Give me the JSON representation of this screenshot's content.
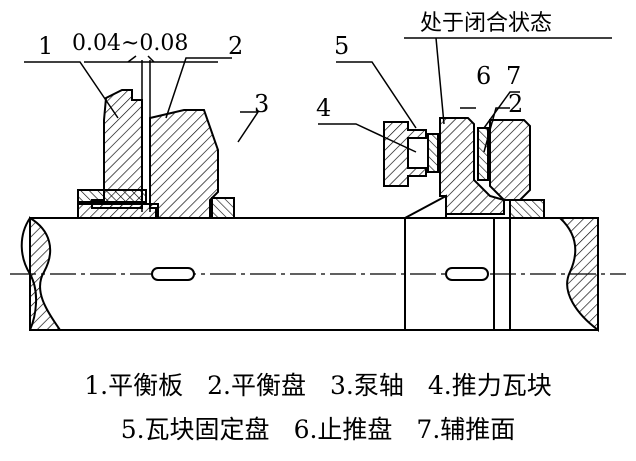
{
  "diagram": {
    "callouts": [
      "1",
      "2",
      "3",
      "4",
      "5",
      "6",
      "7",
      "2"
    ],
    "dimension_text": "0.04~0.08",
    "state_note": "处于闭合状态"
  },
  "legend": {
    "row1": [
      "1.平衡板",
      "2.平衡盘",
      "3.泵轴",
      "4.推力瓦块"
    ],
    "row2": [
      "5.瓦块固定盘",
      "6.止推盘",
      "7.辅推面"
    ]
  }
}
